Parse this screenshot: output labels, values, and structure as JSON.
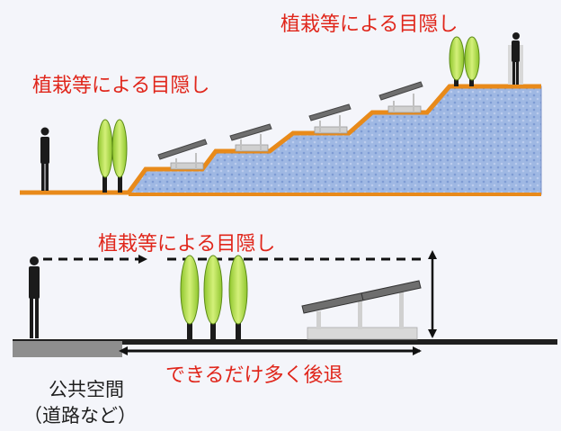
{
  "top_diagram": {
    "label_left": "植栽等による目隠し",
    "label_right": "植栽等による目隠し"
  },
  "bottom_diagram": {
    "label_screen": "植栽等による目隠し",
    "label_setback": "できるだけ多く後退",
    "label_public_line1": "公共空間",
    "label_public_line2": "（道路など）"
  },
  "colors": {
    "label_red": "#e0261b",
    "ground_orange": "#e88a1a",
    "slope_fill": "#9db6e2",
    "tree_green": "#a6d63a",
    "panel_gray": "#777777",
    "ground_dark": "#1f1f1f"
  }
}
